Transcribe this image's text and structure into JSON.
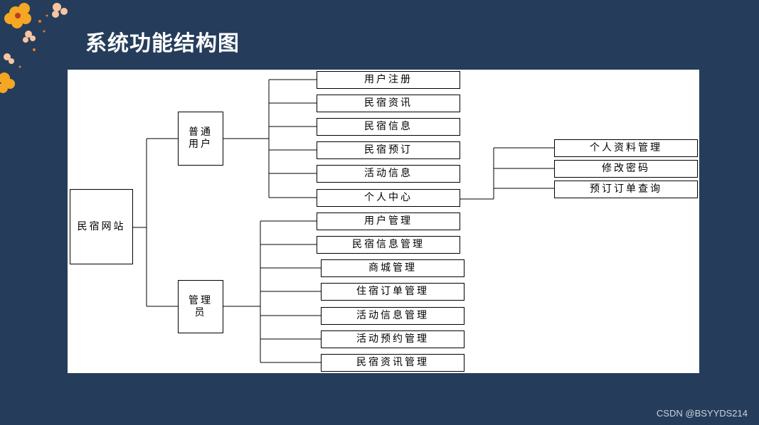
{
  "title": "系统功能结构图",
  "watermark": "CSDN @BSYYDS214",
  "diagram": {
    "root": "民宿网站",
    "user_branch": {
      "label": "普通用户",
      "children": [
        "用户注册",
        "民宿资讯",
        "民宿信息",
        "民宿预订",
        "活动信息",
        "个人中心"
      ],
      "personal_center": [
        "个人资料管理",
        "修改密码",
        "预订订单查询"
      ]
    },
    "admin_branch": {
      "label": "管理员",
      "children": [
        "用户管理",
        "民宿信息管理",
        "商城管理",
        "住宿订单管理",
        "活动信息管理",
        "活动预约管理",
        "民宿资讯管理"
      ]
    }
  },
  "colors": {
    "background": "#253d5b",
    "diagram_bg": "#ffffff",
    "line": "#000000"
  }
}
